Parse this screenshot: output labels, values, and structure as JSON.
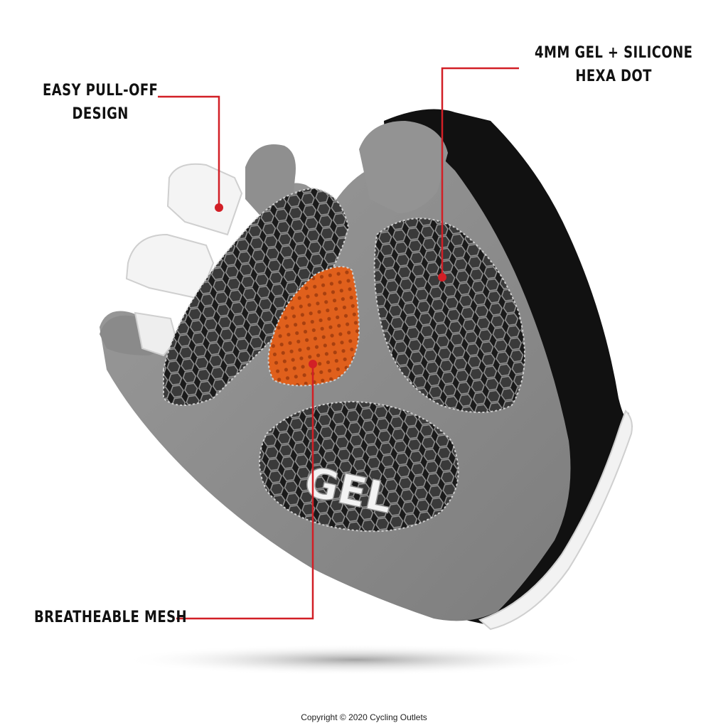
{
  "callouts": {
    "pull_off": {
      "line1": "EASY PULL-OFF",
      "line2": "DESIGN"
    },
    "gel": {
      "line1": "4MM GEL + SILICONE",
      "line2": "HEXA DOT"
    },
    "mesh": {
      "line1": "BREATHEABLE MESH"
    }
  },
  "logo_text": "GEL",
  "copyright": "Copyright © 2020 Cycling Outlets",
  "colors": {
    "callout_line": "#d21f26",
    "glove_grey": "#8c8c8c",
    "glove_black": "#111111",
    "mesh_orange": "#e0601c",
    "pad_black": "#1a1a1a"
  }
}
